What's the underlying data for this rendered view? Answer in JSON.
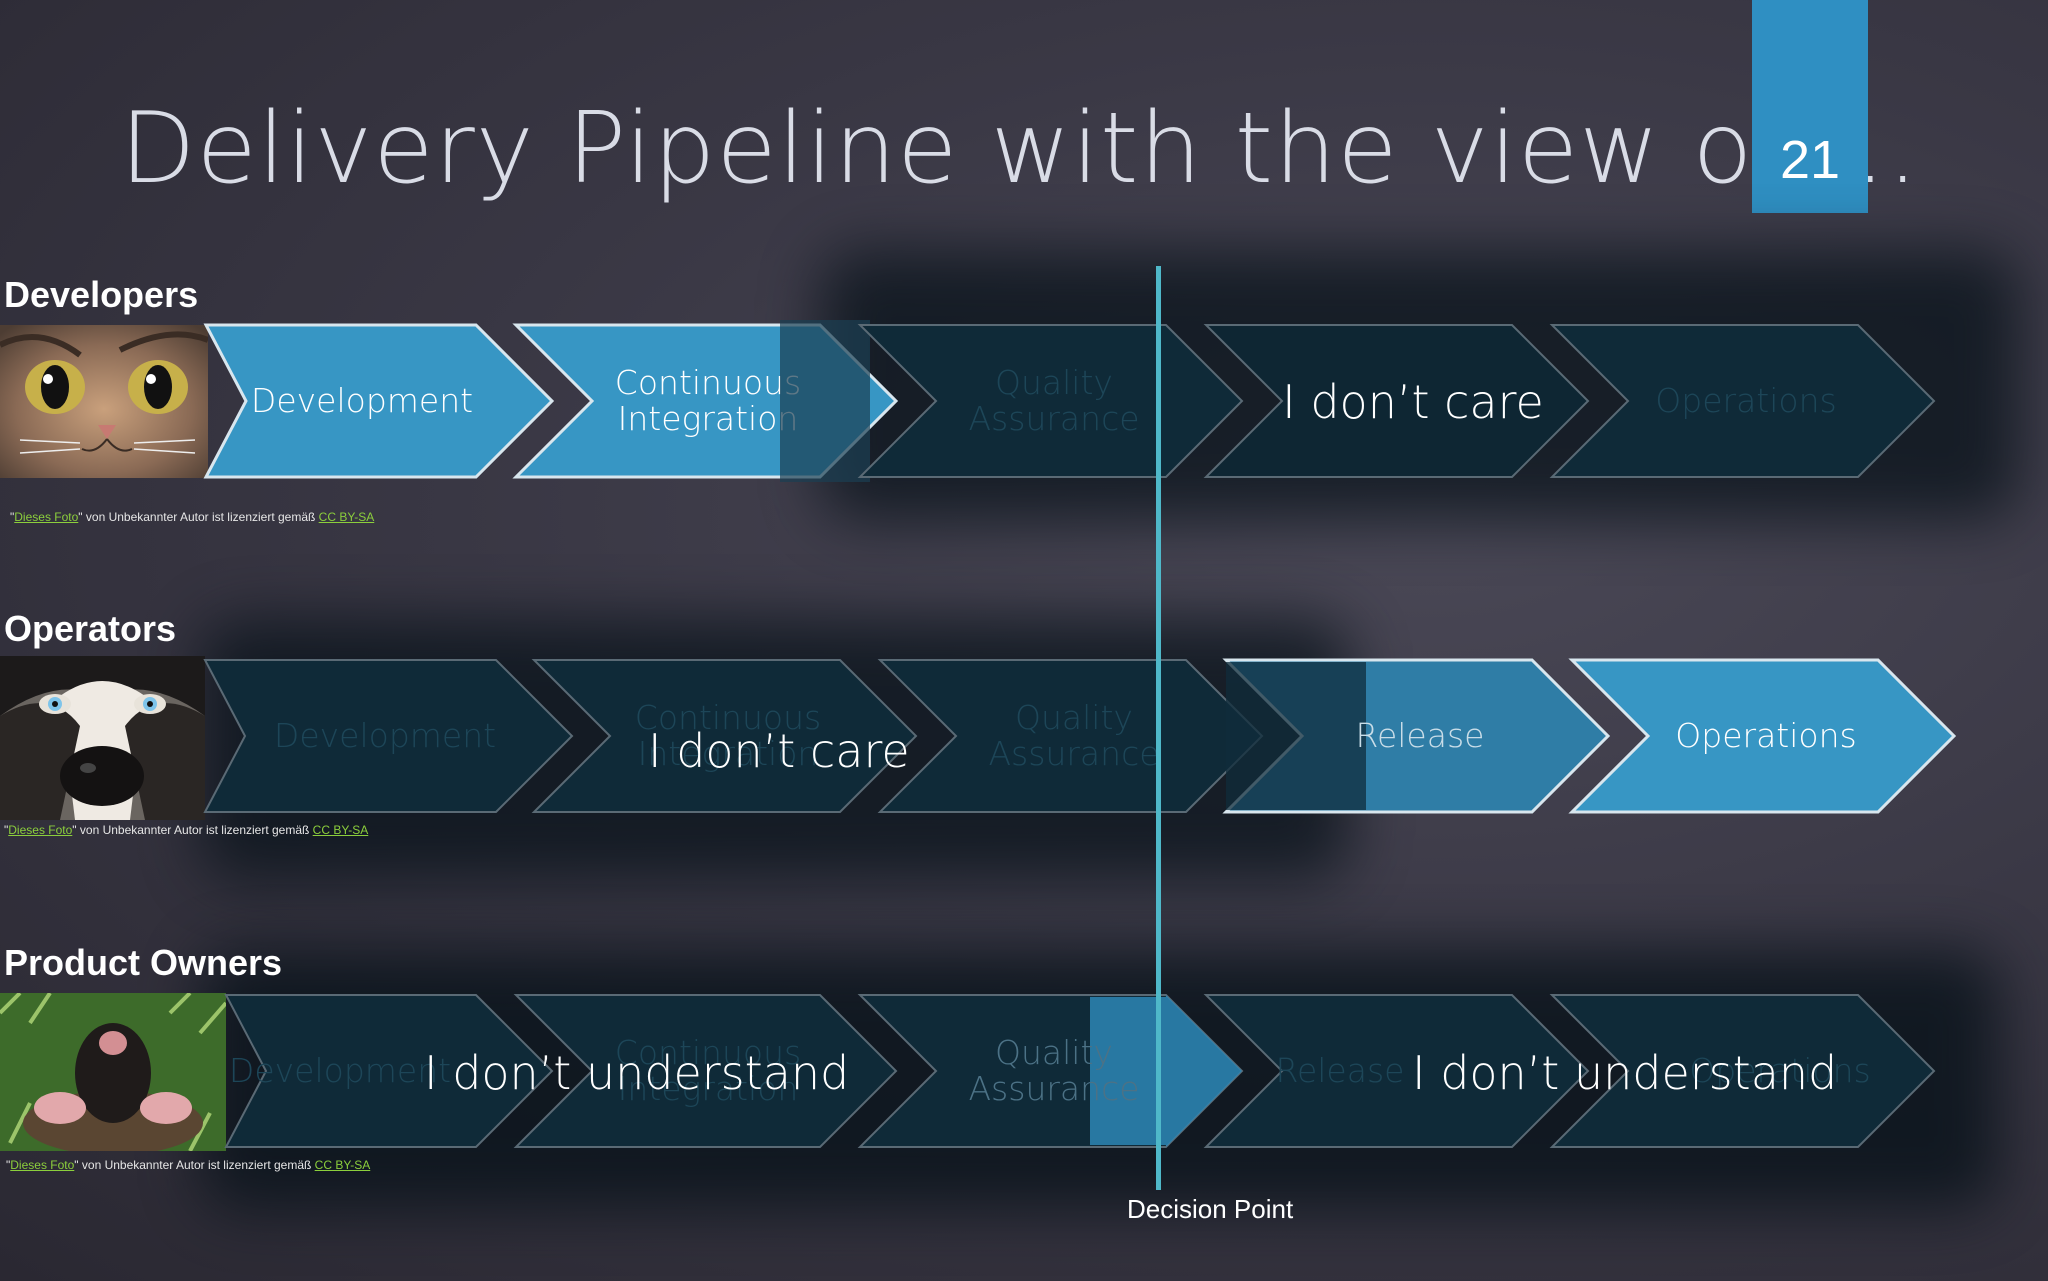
{
  "slide": {
    "title": "Delivery Pipeline with the view of …",
    "number": "21"
  },
  "colors": {
    "accent": "#2f8fc2",
    "chevron_active": "#3796c4",
    "chevron_dim": "#0f2a38",
    "decision_line": "#4fb8c9"
  },
  "credit": {
    "prefix": "\"",
    "link": "Dieses Foto",
    "middle": "\" von Unbekannter Autor ist lizenziert gemäß ",
    "license": "CC BY-SA"
  },
  "lanes": [
    {
      "label": "Developers",
      "photo_icon": "cat-photo",
      "stages": [
        {
          "line1": "Development",
          "line2": "",
          "active": true
        },
        {
          "line1": "Continuous",
          "line2": "Integration",
          "active": true
        },
        {
          "line1": "Quality",
          "line2": "Assurance",
          "active": false
        },
        {
          "line1": "I don’t care",
          "line2": "",
          "active": false,
          "bright": true
        },
        {
          "line1": "Operations",
          "line2": "",
          "active": false
        }
      ],
      "overlay": ""
    },
    {
      "label": "Operators",
      "photo_icon": "husky-photo",
      "stages": [
        {
          "line1": "Development",
          "line2": "",
          "active": false
        },
        {
          "line1": "Continuous",
          "line2": "Integration",
          "active": false
        },
        {
          "line1": "Quality",
          "line2": "Assurance",
          "active": false
        },
        {
          "line1": "Release",
          "line2": "",
          "active": true
        },
        {
          "line1": "Operations",
          "line2": "",
          "active": true
        }
      ],
      "overlay": "I don’t care"
    },
    {
      "label": "Product Owners",
      "photo_icon": "mole-photo",
      "stages": [
        {
          "line1": "Development",
          "line2": "",
          "active": false
        },
        {
          "line1": "Continuous",
          "line2": "Integration",
          "active": false
        },
        {
          "line1": "Quality",
          "line2": "Assurance",
          "active": false
        },
        {
          "line1": "Release",
          "line2": "",
          "active": false
        },
        {
          "line1": "Operations",
          "line2": "",
          "active": false
        }
      ],
      "overlay_left": "I don’t understand",
      "overlay_right": "I don’t understand"
    }
  ],
  "decision": {
    "label": "Decision Point"
  }
}
